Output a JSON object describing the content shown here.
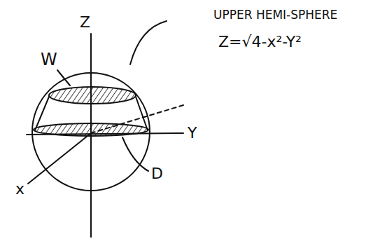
{
  "diagram": {
    "labels": [
      "UPPER HEMI-SPHERE",
      "Z=√4-x²-Y²",
      "Z",
      "W",
      "Y",
      "x",
      "D"
    ]
  }
}
